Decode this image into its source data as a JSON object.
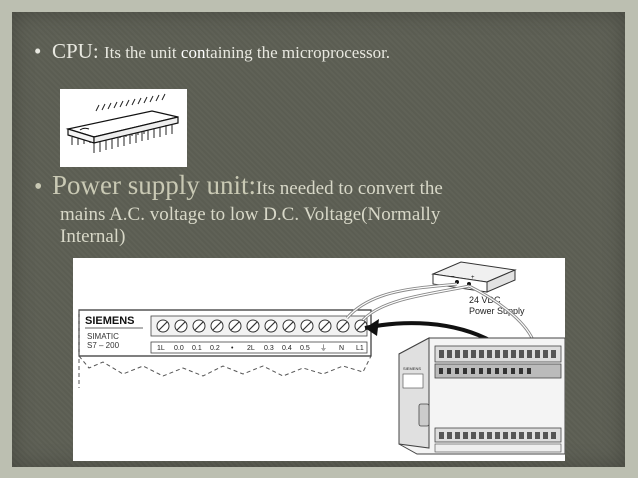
{
  "bullet1": {
    "prefix": "CPU: ",
    "text_a": "Its the unit ",
    "highlight": "con",
    "text_b": "taining the microprocessor."
  },
  "bullet2": {
    "lead": "Power supply unit:",
    "line1_rest": "Its needed to convert the",
    "line2": "mains A.C. voltage to low D.C. Voltage(Normally",
    "line3": "Internal)"
  },
  "figure": {
    "brand": "SIEMENS",
    "model_line1": "SIMATIC",
    "model_line2": "S7 – 200",
    "terminals": [
      "1L",
      "0.0",
      "0.1",
      "0.2",
      "•",
      "2L",
      "0.3",
      "0.4",
      "0.5",
      "⏚",
      "N",
      "L1"
    ],
    "psu_label_line1": "24 VDC",
    "psu_label_line2": "Power Supply",
    "plc_brand_small": "SIEMENS"
  }
}
